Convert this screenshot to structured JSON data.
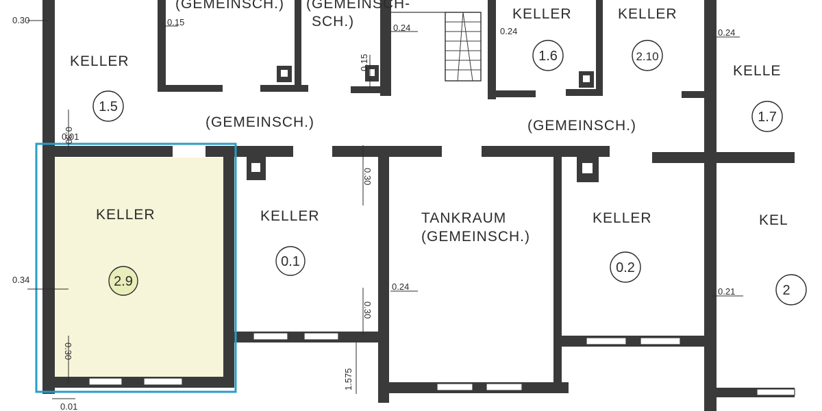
{
  "labels": {
    "gemeinsch_top_left": "(GEMEINSCH.)",
    "gemeinsch_top_mid_1": "(GEMEINSCH-",
    "gemeinsch_top_mid_2": "SCH.)",
    "keller": "KELLER",
    "keller_cut": "KELLE",
    "keller_cut_2": "KEL",
    "gemeinsch": "(GEMEINSCH.)",
    "tankraum": "TANKRAUM"
  },
  "numbers": {
    "r15": "1.5",
    "r16": "1.6",
    "r210": "2.10",
    "r17": "1.7",
    "r29": "2.9",
    "r01": "0.1",
    "r02": "0.2",
    "r2x": "2"
  },
  "dims": {
    "d030a": "0.30",
    "d015": "0.15",
    "d024a": "0.24",
    "d024b": "0.24",
    "d024c": "0.24",
    "d015v": "0.15",
    "d030v": "0.30",
    "d001": "0.01",
    "d030v2": "0.30",
    "d034": "0.34",
    "d024d": "0.24",
    "d030v3": "0.30",
    "d021": "0.21",
    "d030v4": "0.30",
    "d1575": "1.575",
    "d001b": "0.01"
  },
  "colors": {
    "highlight_fill": "#f7f5d9",
    "highlight_border": "#2a9cc6",
    "wall": "#3a3a3a"
  }
}
